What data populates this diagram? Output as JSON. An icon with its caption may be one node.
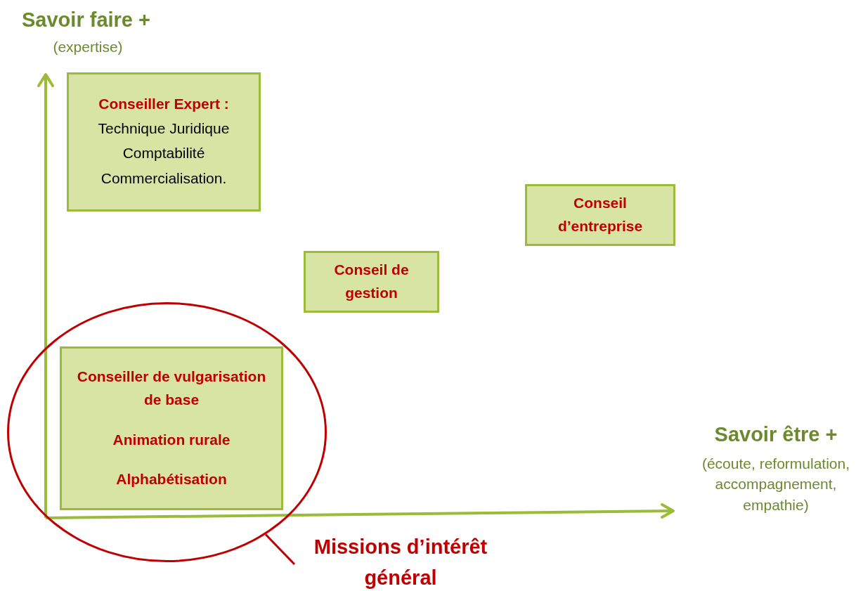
{
  "diagram": {
    "nodes": [
      {
        "text": [
          "Conseiller Expert :",
          "Technique Juridique Comptabilité Commercialisation."
        ]
      },
      {
        "text": [
          "Conseil d’entreprise"
        ]
      },
      {
        "text": [
          "Conseil de gestion"
        ]
      },
      {
        "text": [],
        "shape": "ellipse"
      },
      {
        "text": [
          "Conseiller de vulgarisation de base",
          "Animation rurale",
          "Alphabétisation"
        ],
        "in": 3
      },
      {
        "text": [
          "Missions d’intérêt général"
        ]
      }
    ],
    "edges": [
      {
        "from": 5,
        "to": 3,
        "arrow": "none"
      }
    ],
    "labels": [
      "Savoir faire +",
      "(expertise)",
      "Savoir être +",
      "(écoute, reformulation, accompagnement, empathie)"
    ]
  }
}
